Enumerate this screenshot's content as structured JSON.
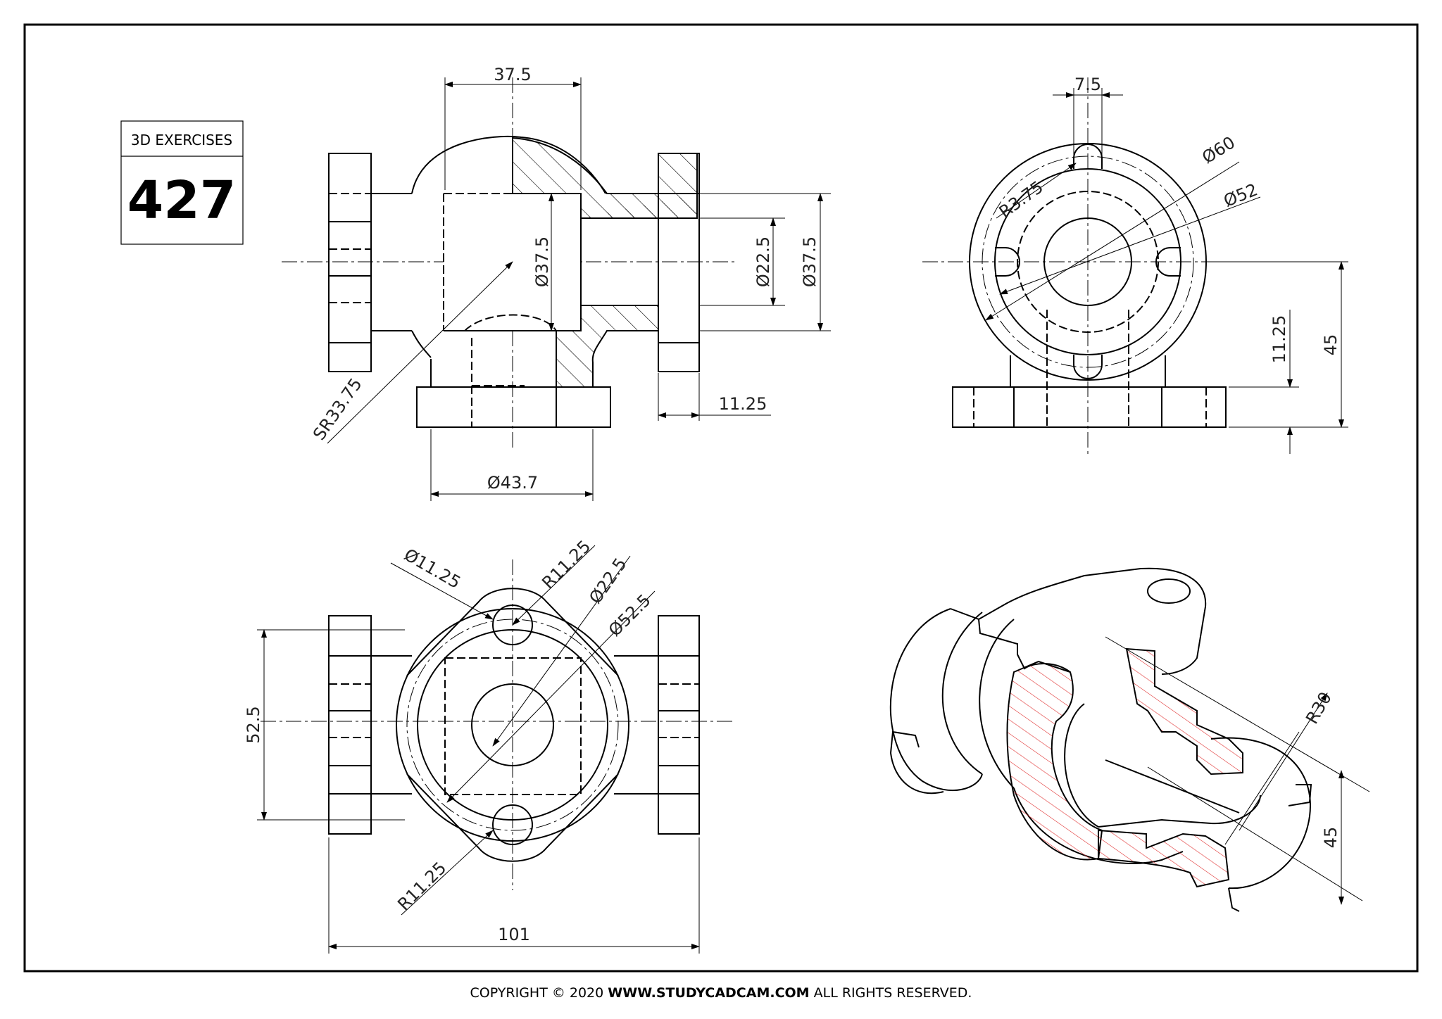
{
  "badge": {
    "label": "3D EXERCISES",
    "number": "427"
  },
  "footer": {
    "prefix": "COPYRIGHT © 2020",
    "site": "WWW.STUDYCADCAM.COM",
    "suffix": "ALL RIGHTS RESERVED."
  },
  "dimensions": {
    "front": {
      "top_width": "37.5",
      "inner_dia": "Ø37.5",
      "bore_dia": "Ø22.5",
      "outer_dia": "Ø37.5",
      "flange_thk": "11.25",
      "sphere_radius": "SR33.75",
      "base_dia": "Ø43.7"
    },
    "side": {
      "slot_width": "7.5",
      "slot_radius": "R3.75",
      "outer_dia": "Ø60",
      "bolt_circle": "Ø52",
      "base_height": "11.25",
      "center_height": "45"
    },
    "top": {
      "hole_dia": "Ø11.25",
      "lug_radius_top": "R11.25",
      "bore_dia": "Ø22.5",
      "pitch_dia": "Ø52.5",
      "height": "52.5",
      "lug_radius_bottom": "R11.25",
      "overall_length": "101"
    },
    "iso": {
      "radius": "R30",
      "height": "45"
    }
  },
  "colors": {
    "line": "#000000",
    "section_hatch_iso": "#e03030",
    "background": "#ffffff"
  }
}
